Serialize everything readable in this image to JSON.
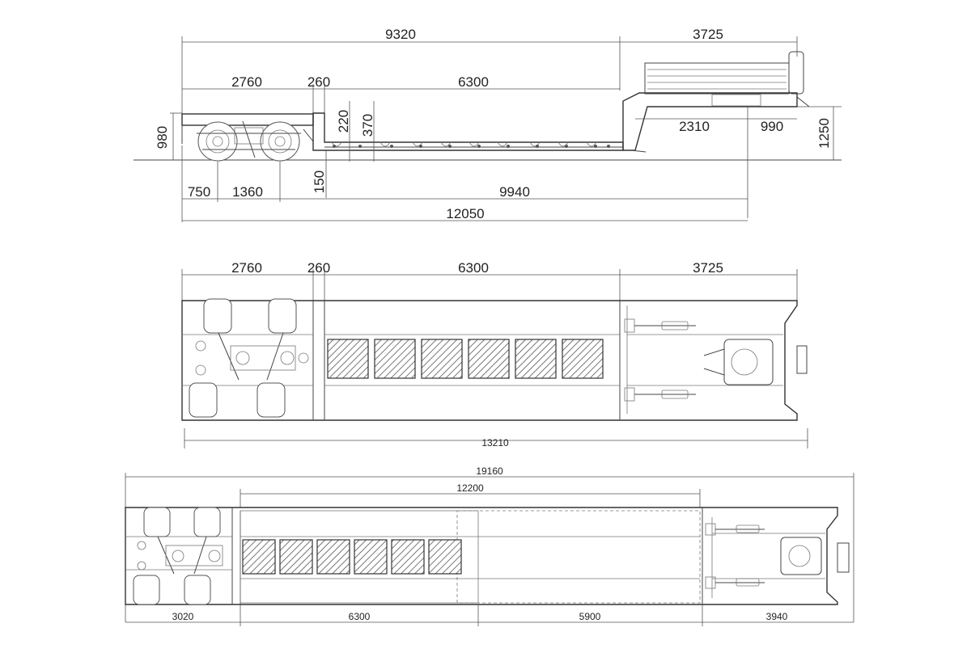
{
  "colors": {
    "line": "#444444",
    "background": "#ffffff"
  },
  "side_view": {
    "dims": {
      "total_deck": "9320",
      "gooseneck": "3725",
      "rear": "2760",
      "step": "260",
      "well": "6300",
      "height_980": "980",
      "h_220": "220",
      "h_370": "370",
      "kingpin": "2310",
      "front": "990",
      "height_1250": "1250",
      "overhang": "750",
      "axle_spacing": "1360",
      "clearance": "150",
      "wheelbase": "9940",
      "overall": "12050"
    }
  },
  "top_view": {
    "dims": {
      "rear": "2760",
      "step": "260",
      "well": "6300",
      "gooseneck": "3725",
      "overall": "13210"
    }
  },
  "extended_view": {
    "dims": {
      "overall": "19160",
      "bed": "12200",
      "rear": "3020",
      "fixed": "6300",
      "extension": "5900",
      "front": "3940"
    }
  }
}
